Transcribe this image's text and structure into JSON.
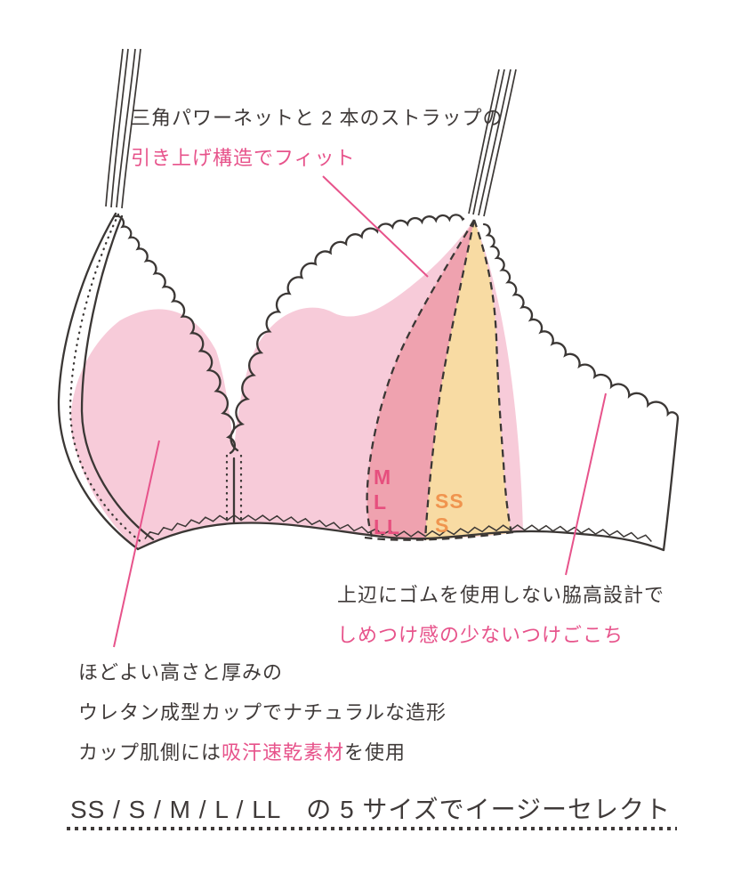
{
  "notes": {
    "strap_lift": {
      "line1": "三角パワーネットと 2 本のストラップの",
      "line2": "引き上げ構造でフィット"
    },
    "side_fit": {
      "line1": "上辺にゴムを使用しない脇高設計で",
      "line2": "しめつけ感の少ないつけごこち"
    },
    "cup_material": {
      "line1": "ほどよい高さと厚みの",
      "line2": "ウレタン成型カップでナチュラルな造形",
      "line3_pre": "カップ肌側には",
      "line3_highlight": "吸汗速乾素材",
      "line3_post": "を使用"
    }
  },
  "size_overlay": {
    "pink_sizes": [
      "M",
      "L",
      "LL"
    ],
    "orange_sizes": [
      "SS",
      "S"
    ]
  },
  "footer": {
    "sizes_line": "SS / S / M / L / LL　の 5 サイズでイージーセレクト"
  },
  "colors": {
    "ink": "#3f3a39",
    "accent_pink_text": "#e7538b",
    "cup_fill_pink": "#f7cbd9",
    "overlay_pink": "#efa2af",
    "overlay_orange": "#f8dba3",
    "label_pink": "#e64f7e",
    "label_orange": "#f0944e"
  }
}
